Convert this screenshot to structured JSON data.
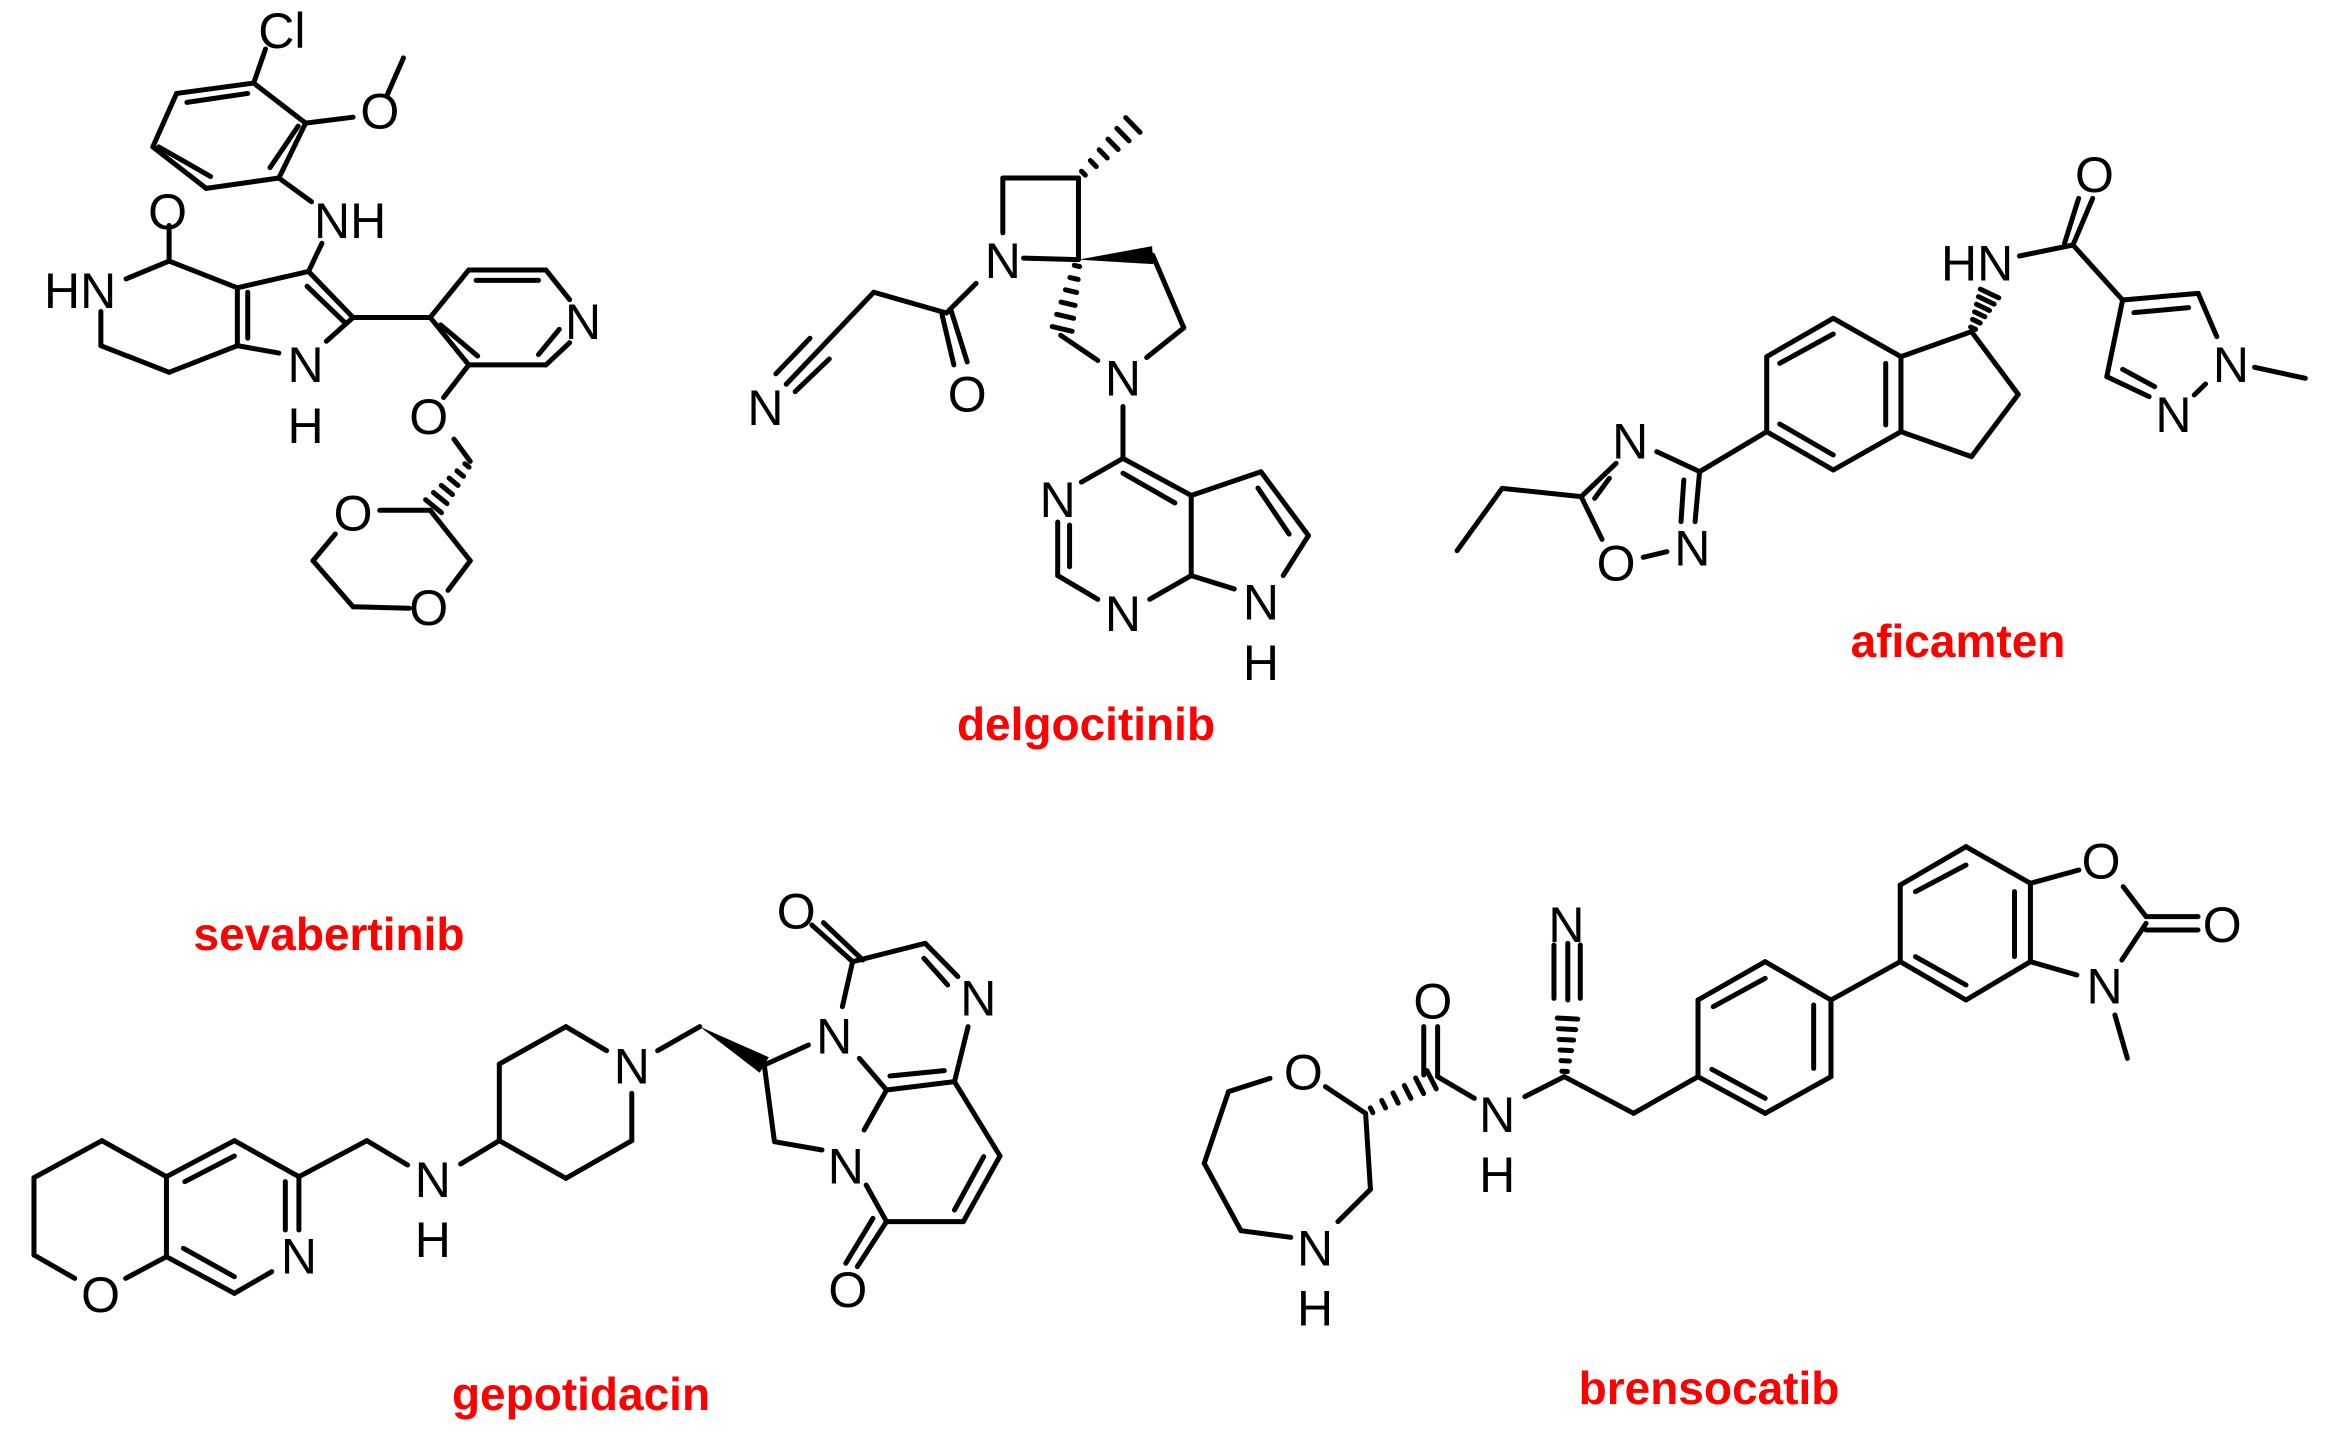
{
  "label_color": "#ff0000",
  "bond_color": "#000000",
  "molecules": [
    {
      "name": "sevabertinib",
      "atom_labels": [
        "Cl",
        "O",
        "NH",
        "O",
        "HN",
        "N",
        "H",
        "N",
        "O",
        "O",
        "O"
      ]
    },
    {
      "name": "delgocitinib",
      "atom_labels": [
        "N",
        "O",
        "N",
        "N",
        "N",
        "N",
        "N",
        "H"
      ]
    },
    {
      "name": "aficamten",
      "atom_labels": [
        "HN",
        "O",
        "N",
        "N",
        "N",
        "O",
        "N"
      ]
    },
    {
      "name": "gepotidacin",
      "atom_labels": [
        "O",
        "N",
        "N",
        "H",
        "N",
        "N",
        "N",
        "N",
        "O",
        "O"
      ]
    },
    {
      "name": "brensocatib",
      "atom_labels": [
        "O",
        "N",
        "H",
        "O",
        "N",
        "H",
        "N",
        "O",
        "O",
        "N"
      ]
    }
  ]
}
